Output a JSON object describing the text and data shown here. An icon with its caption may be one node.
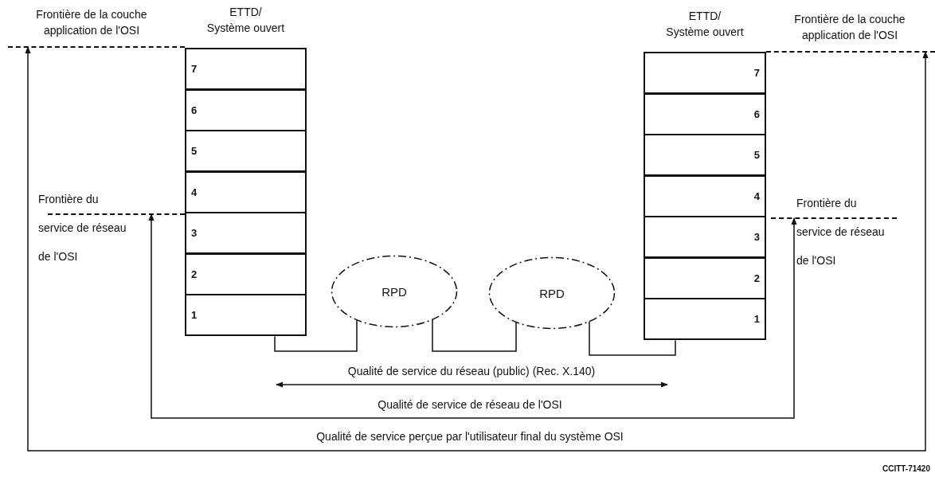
{
  "diagram": {
    "nodes": [
      {
        "text": [
          "Frontière de la couche application de l'OSI"
        ]
      },
      {
        "text": [
          "ETTD/ Système ouvert"
        ]
      },
      {
        "text": [
          "7"
        ],
        "in": 1
      },
      {
        "text": [
          "6"
        ],
        "in": 1
      },
      {
        "text": [
          "5"
        ],
        "in": 1
      },
      {
        "text": [
          "4"
        ],
        "in": 1
      },
      {
        "text": [
          "3"
        ],
        "in": 1
      },
      {
        "text": [
          "2"
        ],
        "in": 1
      },
      {
        "text": [
          "1"
        ],
        "in": 1
      },
      {
        "text": [
          "ETTD/ Système ouvert"
        ]
      },
      {
        "text": [
          "7"
        ],
        "in": 9
      },
      {
        "text": [
          "6"
        ],
        "in": 9
      },
      {
        "text": [
          "5"
        ],
        "in": 9
      },
      {
        "text": [
          "4"
        ],
        "in": 9
      },
      {
        "text": [
          "3"
        ],
        "in": 9
      },
      {
        "text": [
          "2"
        ],
        "in": 9
      },
      {
        "text": [
          "1"
        ],
        "in": 9
      },
      {
        "text": [
          "Frontière de la couche application de l'OSI"
        ]
      },
      {
        "text": [
          "Frontière du service de réseau de l'OSI"
        ]
      },
      {
        "text": [
          "Frontière du service de réseau de l'OSI"
        ]
      },
      {
        "text": [
          "RPD"
        ]
      },
      {
        "text": [
          "RPD"
        ]
      }
    ],
    "edges": [
      {
        "from": 8,
        "to": 20,
        "arrow": "none"
      },
      {
        "from": 20,
        "to": 21,
        "arrow": "none"
      },
      {
        "from": 21,
        "to": 16,
        "arrow": "none"
      },
      {
        "from": 0,
        "to": 17,
        "arrow": "both",
        "label": "Qualité de service perçue par l'utilisateur final du système OSI"
      },
      {
        "from": 18,
        "to": 19,
        "arrow": "both",
        "label": "Qualité de service de réseau de l'OSI"
      }
    ],
    "labels": [
      "Qualité de service du réseau (public) (Rec. X.140)",
      "CCITT-71420"
    ]
  }
}
